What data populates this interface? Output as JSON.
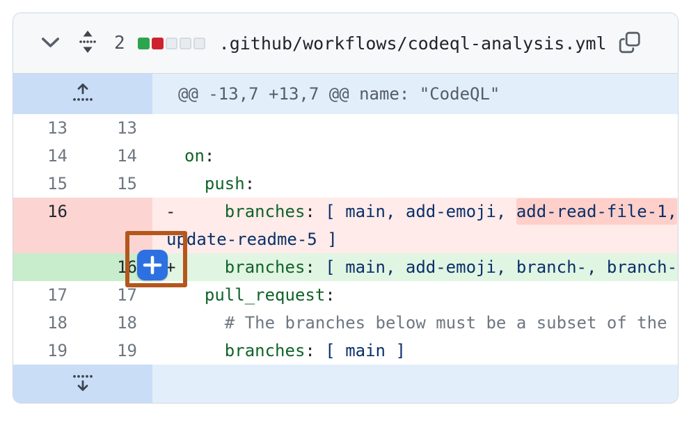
{
  "header": {
    "changed_lines_count": "2",
    "diff_blocks": [
      "added",
      "removed",
      "empty",
      "empty",
      "empty"
    ],
    "file_path": ".github/workflows/codeql-analysis.yml"
  },
  "hunk": {
    "header_text": "@@ -13,7 +13,7 @@ name: \"CodeQL\""
  },
  "diff": {
    "lines": [
      {
        "old": "13",
        "new": "13",
        "type": "context",
        "marker": "",
        "rows": [
          []
        ]
      },
      {
        "old": "14",
        "new": "14",
        "type": "context",
        "marker": "",
        "rows": [
          [
            {
              "t": "on",
              "s": "key"
            },
            {
              "t": ":",
              "s": "plain"
            }
          ]
        ]
      },
      {
        "old": "15",
        "new": "15",
        "type": "context",
        "marker": "",
        "rows": [
          [
            {
              "t": "  ",
              "s": "plain"
            },
            {
              "t": "push",
              "s": "key"
            },
            {
              "t": ":",
              "s": "plain"
            }
          ]
        ]
      },
      {
        "old": "16",
        "new": "",
        "type": "del",
        "marker": "-",
        "rows": [
          [
            {
              "t": "    ",
              "s": "plain"
            },
            {
              "t": "branches",
              "s": "key"
            },
            {
              "t": ":",
              "s": "plain"
            },
            {
              "t": " [ main, add-emoji, ",
              "s": "str"
            },
            {
              "t": "add-read-file-1,",
              "s": "str",
              "hl": true
            }
          ],
          [
            {
              "t": "update-readme-5 ]",
              "s": "str"
            }
          ]
        ]
      },
      {
        "old": "",
        "new": "16",
        "type": "add",
        "marker": "+",
        "rows": [
          [
            {
              "t": "    ",
              "s": "plain"
            },
            {
              "t": "branches",
              "s": "key"
            },
            {
              "t": ":",
              "s": "plain"
            },
            {
              "t": " [ main, add-emoji, branch-, branch-",
              "s": "str"
            }
          ]
        ]
      },
      {
        "old": "17",
        "new": "17",
        "type": "context",
        "marker": "",
        "rows": [
          [
            {
              "t": "  ",
              "s": "plain"
            },
            {
              "t": "pull_request",
              "s": "key"
            },
            {
              "t": ":",
              "s": "plain"
            }
          ]
        ]
      },
      {
        "old": "18",
        "new": "18",
        "type": "context",
        "marker": "",
        "rows": [
          [
            {
              "t": "    # The branches below must be a subset of the",
              "s": "comment"
            }
          ]
        ]
      },
      {
        "old": "19",
        "new": "19",
        "type": "context",
        "marker": "",
        "rows": [
          [
            {
              "t": "    ",
              "s": "plain"
            },
            {
              "t": "branches",
              "s": "key"
            },
            {
              "t": ":",
              "s": "plain"
            },
            {
              "t": " [ main ]",
              "s": "str"
            }
          ]
        ]
      }
    ]
  },
  "overlay": {
    "add_comment_button_label": "+"
  },
  "colors": {
    "accent_blue": "#2d70e2",
    "annotation_orange": "#b4571c",
    "added_green": "#2da44e",
    "removed_red": "#cf222e"
  }
}
